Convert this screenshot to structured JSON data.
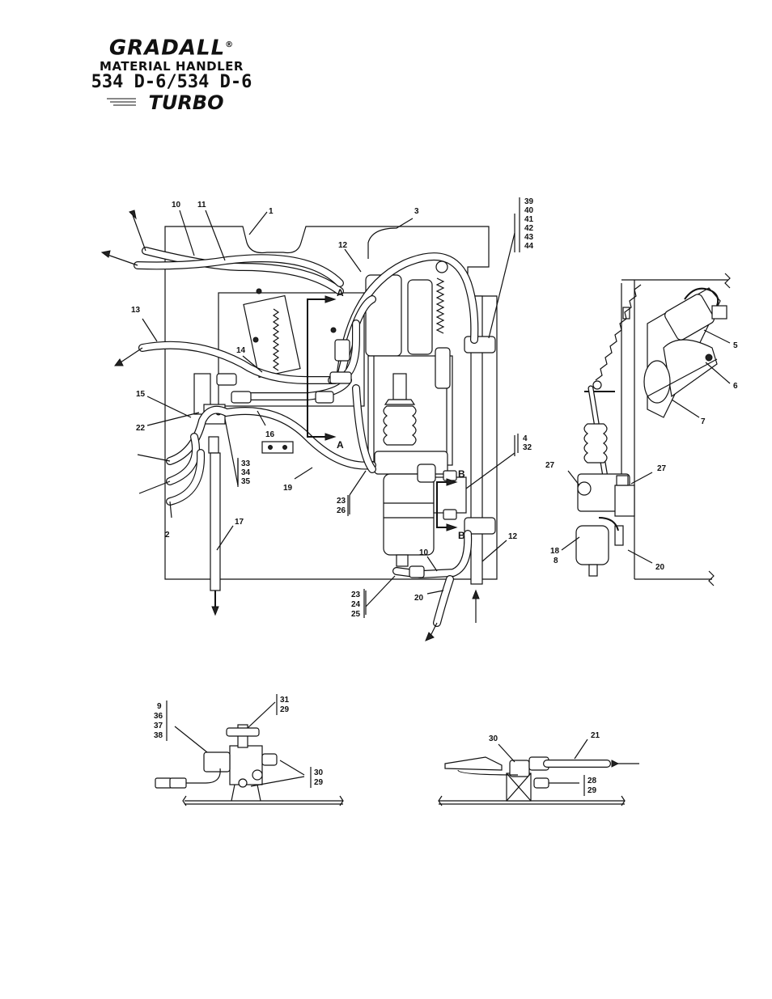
{
  "header": {
    "brand": "GRADALL",
    "registered": "®",
    "subtitle": "MATERIAL HANDLER",
    "model": "534 D-6/534 D-6",
    "variant": "TURBO"
  },
  "callouts": {
    "c1": "1",
    "c2": "2",
    "c3": "3",
    "c5": "5",
    "c6": "6",
    "c7": "7",
    "c8": "8",
    "c9": "9",
    "c10a": "10",
    "c10b": "10",
    "c11": "11",
    "c12a": "12",
    "c12b": "12",
    "c13": "13",
    "c14": "14",
    "c15": "15",
    "c16": "16",
    "c17": "17",
    "c18": "18",
    "c19": "19",
    "c20a": "20",
    "c20b": "20",
    "c21": "21",
    "c22": "22",
    "c27a": "27",
    "c27b": "27",
    "c30": "30"
  },
  "groups": {
    "g39": [
      "39",
      "40",
      "41",
      "42",
      "43",
      "44"
    ],
    "g4": [
      "4",
      "32"
    ],
    "g33": [
      "33",
      "34",
      "35"
    ],
    "g23a": [
      "23",
      "26"
    ],
    "g23b": [
      "23",
      "24",
      "25"
    ],
    "g9": [
      "9",
      "36",
      "37",
      "38"
    ],
    "g31": [
      "31",
      "29"
    ],
    "g30": [
      "30",
      "29"
    ],
    "g28": [
      "28",
      "29"
    ]
  },
  "section_marks": {
    "a_top": "A",
    "a_bottom": "A",
    "b_top": "B",
    "b_bottom": "B"
  }
}
